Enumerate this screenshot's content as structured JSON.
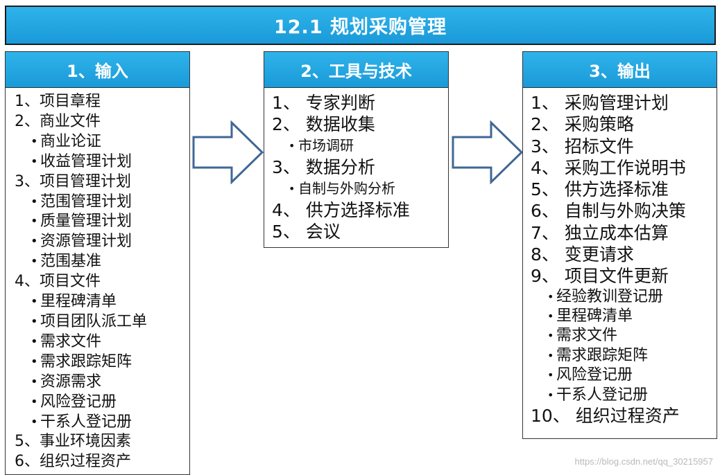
{
  "title": "12.1 规划采购管理",
  "columns": {
    "input": {
      "heading": "1、输入",
      "items": [
        {
          "text": "1、项目章程",
          "sub": false
        },
        {
          "text": "2、商业文件",
          "sub": false
        },
        {
          "text": "商业论证",
          "sub": true
        },
        {
          "text": "收益管理计划",
          "sub": true
        },
        {
          "text": "3、项目管理计划",
          "sub": false
        },
        {
          "text": "范围管理计划",
          "sub": true
        },
        {
          "text": "质量管理计划",
          "sub": true
        },
        {
          "text": "资源管理计划",
          "sub": true
        },
        {
          "text": "范围基准",
          "sub": true
        },
        {
          "text": "4、项目文件",
          "sub": false
        },
        {
          "text": "里程碑清单",
          "sub": true
        },
        {
          "text": "项目团队派工单",
          "sub": true
        },
        {
          "text": "需求文件",
          "sub": true
        },
        {
          "text": "需求跟踪矩阵",
          "sub": true
        },
        {
          "text": "资源需求",
          "sub": true
        },
        {
          "text": "风险登记册",
          "sub": true
        },
        {
          "text": "干系人登记册",
          "sub": true
        },
        {
          "text": "5、事业环境因素",
          "sub": false
        },
        {
          "text": "6、组织过程资产",
          "sub": false
        }
      ]
    },
    "tools": {
      "heading": "2、工具与技术",
      "items": [
        {
          "text": "1、 专家判断",
          "sub": false
        },
        {
          "text": "2、 数据收集",
          "sub": false
        },
        {
          "text": "市场调研",
          "sub": true
        },
        {
          "text": "3、 数据分析",
          "sub": false
        },
        {
          "text": "自制与外购分析",
          "sub": true
        },
        {
          "text": "4、 供方选择标准",
          "sub": false
        },
        {
          "text": "5、 会议",
          "sub": false
        }
      ]
    },
    "output": {
      "heading": "3、输出",
      "items": [
        {
          "text": "1、 采购管理计划",
          "sub": false
        },
        {
          "text": "2、 采购策略",
          "sub": false
        },
        {
          "text": "3、 招标文件",
          "sub": false
        },
        {
          "text": "4、 采购工作说明书",
          "sub": false
        },
        {
          "text": "5、 供方选择标准",
          "sub": false
        },
        {
          "text": "6、 自制与外购决策",
          "sub": false
        },
        {
          "text": "7、 独立成本估算",
          "sub": false
        },
        {
          "text": "8、 变更请求",
          "sub": false
        },
        {
          "text": "9、 项目文件更新",
          "sub": false
        },
        {
          "text": "经验教训登记册",
          "sub": true
        },
        {
          "text": "里程碑清单",
          "sub": true
        },
        {
          "text": "需求文件",
          "sub": true
        },
        {
          "text": "需求跟踪矩阵",
          "sub": true
        },
        {
          "text": "风险登记册",
          "sub": true
        },
        {
          "text": "干系人登记册",
          "sub": true
        },
        {
          "text": "10、 组织过程资产",
          "sub": false
        }
      ]
    }
  },
  "colors": {
    "header_blue": "#1a9ad9",
    "arrow_stroke": "#3f6794",
    "border": "#333333"
  },
  "watermark": "https://blog.csdn.net/qq_30215957"
}
